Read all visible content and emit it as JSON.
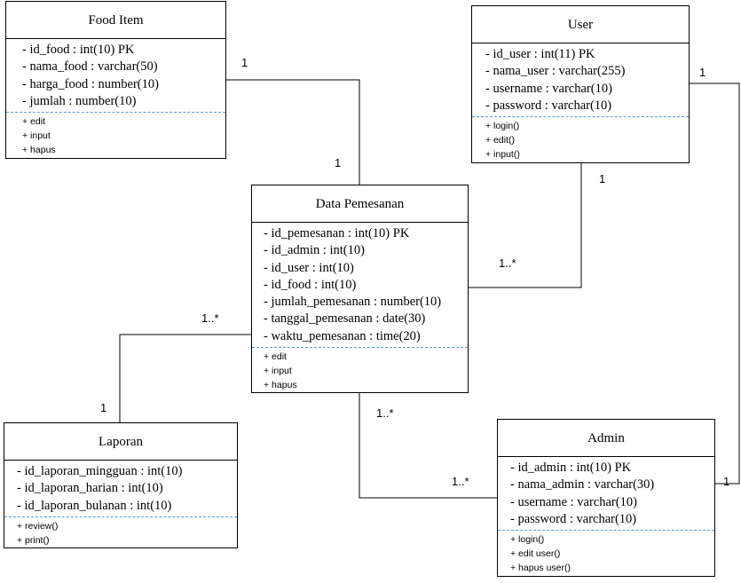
{
  "classes": {
    "food_item": {
      "name": "Food Item",
      "attributes": [
        "- id_food : int(10) PK",
        "- nama_food : varchar(50)",
        "- harga_food : number(10)",
        "- jumlah : number(10)"
      ],
      "operations": [
        "+ edit",
        "+ input",
        "+ hapus"
      ]
    },
    "user": {
      "name": "User",
      "attributes": [
        "- id_user : int(11) PK",
        "- nama_user : varchar(255)",
        "- username : varchar(10)",
        "- password : varchar(10)"
      ],
      "operations": [
        "+ login()",
        "+ edit()",
        "+ input()"
      ]
    },
    "data_pemesanan": {
      "name": "Data Pemesanan",
      "attributes": [
        "- id_pemesanan : int(10) PK",
        "- id_admin : int(10)",
        "- id_user : int(10)",
        "- id_food : int(10)",
        "- jumlah_pemesanan : number(10)",
        "- tanggal_pemesanan : date(30)",
        "- waktu_pemesanan : time(20)"
      ],
      "operations": [
        "+ edit",
        "+ input",
        "+ hapus"
      ]
    },
    "laporan": {
      "name": "Laporan",
      "attributes": [
        "- id_laporan_mingguan : int(10)",
        "- id_laporan_harian : int(10)",
        "- id_laporan_bulanan : int(10)"
      ],
      "operations": [
        "+ review()",
        "+ print()"
      ]
    },
    "admin": {
      "name": "Admin",
      "attributes": [
        "- id_admin : int(10) PK",
        "- nama_admin : varchar(30)",
        "- username : varchar(10)",
        "- password : varchar(10)"
      ],
      "operations": [
        "+ login()",
        "+ edit user()",
        "+ hapus user()"
      ]
    }
  },
  "multiplicities": {
    "food_side": "1",
    "pemesanan_food_side": "1",
    "user_side": "1",
    "pemesanan_user_side": "1..*",
    "user_admin_user_side": "1",
    "admin_user_side": "1",
    "laporan_pemesanan_side": "1..*",
    "laporan_side": "1",
    "pemesanan_admin_side": "1..*",
    "admin_pemesanan_side": "1..*"
  },
  "colors": {
    "line": "#000000",
    "separator": "#5b9bd5"
  }
}
